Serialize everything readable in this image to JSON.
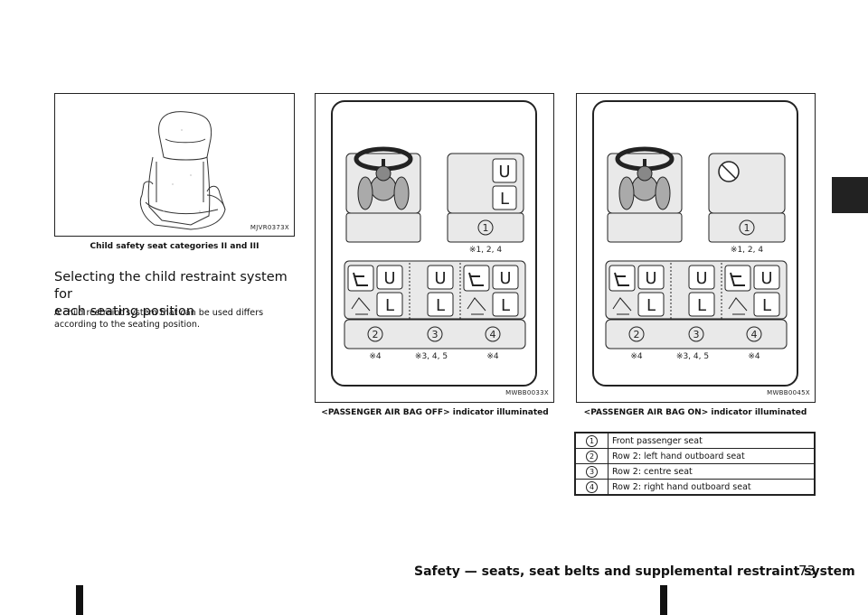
{
  "left_figure": {
    "code": "MJVR0373X",
    "caption": "Child safety seat categories II and III"
  },
  "section": {
    "heading": "Selecting the child restraint system for each seating position",
    "heading_line1": "Selecting the child restraint system for",
    "heading_line2": "each seating position",
    "body_line1": "A child restraint system that can be used differs",
    "body_line2": "according to the seating position."
  },
  "figure_off": {
    "code": "MWBB0033X",
    "caption": "<PASSENGER AIR BAG OFF> indicator illuminated",
    "notes": {
      "front": "※1, 2, 4",
      "left": "※4",
      "centre": "※3, 4, 5",
      "right": "※4"
    },
    "labels": {
      "upper": "U",
      "lower": "L",
      "seat1": "1",
      "seat2": "2",
      "seat3": "3",
      "seat4": "4"
    }
  },
  "figure_on": {
    "code": "MWBB0045X",
    "caption": "<PASSENGER AIR BAG ON> indicator illuminated",
    "notes": {
      "front": "※1, 2, 4",
      "left": "※4",
      "centre": "※3, 4, 5",
      "right": "※4"
    },
    "labels": {
      "upper": "U",
      "lower": "L",
      "seat1": "1",
      "seat2": "2",
      "seat3": "3",
      "seat4": "4"
    }
  },
  "legend": [
    {
      "num": "1",
      "label": "Front passenger seat"
    },
    {
      "num": "2",
      "label": "Row 2: left hand outboard seat"
    },
    {
      "num": "3",
      "label": "Row 2: centre seat"
    },
    {
      "num": "4",
      "label": "Row 2: right hand outboard seat"
    }
  ],
  "footer": {
    "title": "Safety — seats, seat belts and supplemental restraint system",
    "page": "73"
  },
  "colors": {
    "seat_fill": "#e9e9e9",
    "line": "#222222",
    "side_tab": "#222222"
  }
}
